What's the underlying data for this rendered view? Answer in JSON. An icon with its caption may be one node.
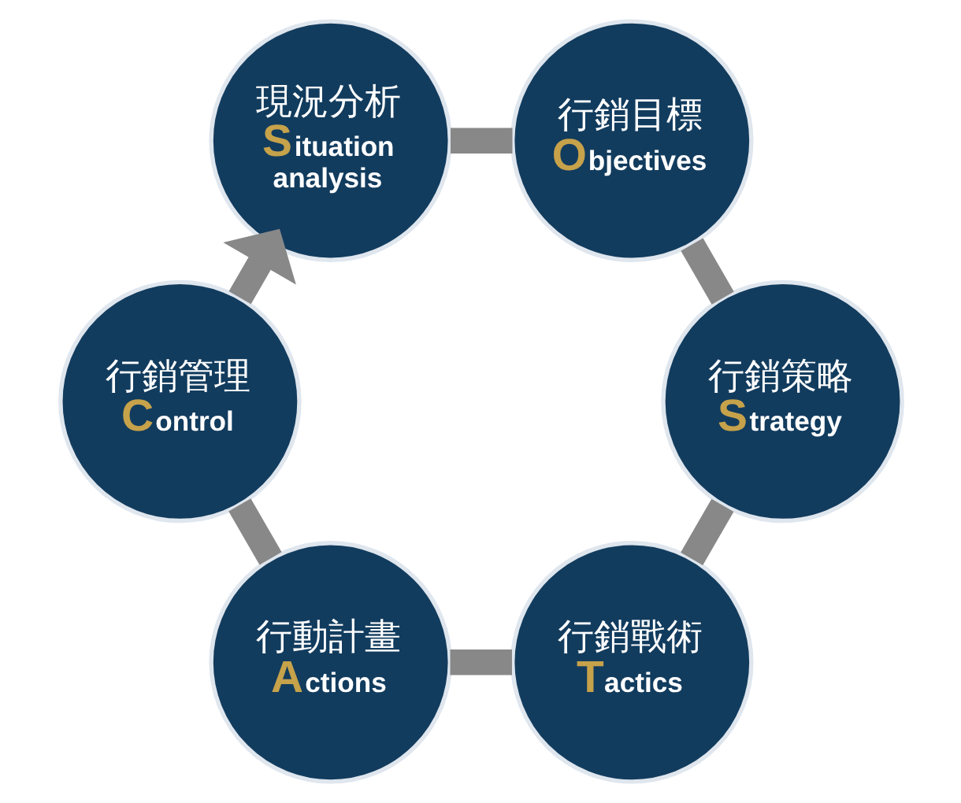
{
  "diagram": {
    "nodes": [
      {
        "text": [
          "現況分析",
          "Situation analysis"
        ]
      },
      {
        "text": [
          "行銷管理",
          "Control"
        ]
      },
      {
        "text": [
          "行銷目標",
          "Objectives"
        ]
      },
      {
        "text": [
          "行動計畫",
          "Actions"
        ]
      },
      {
        "text": [
          "行銷策略",
          "Strategy"
        ]
      },
      {
        "text": [
          "行銷戰術",
          "Tactics"
        ]
      }
    ],
    "edges": [
      {
        "from": 0,
        "to": 2,
        "arrow": "none"
      },
      {
        "from": 2,
        "to": 4,
        "arrow": "none"
      },
      {
        "from": 4,
        "to": 5,
        "arrow": "none"
      },
      {
        "from": 5,
        "to": 3,
        "arrow": "none"
      },
      {
        "from": 3,
        "to": 1,
        "arrow": "none"
      },
      {
        "from": 1,
        "to": 0,
        "arrow": "to"
      }
    ]
  }
}
